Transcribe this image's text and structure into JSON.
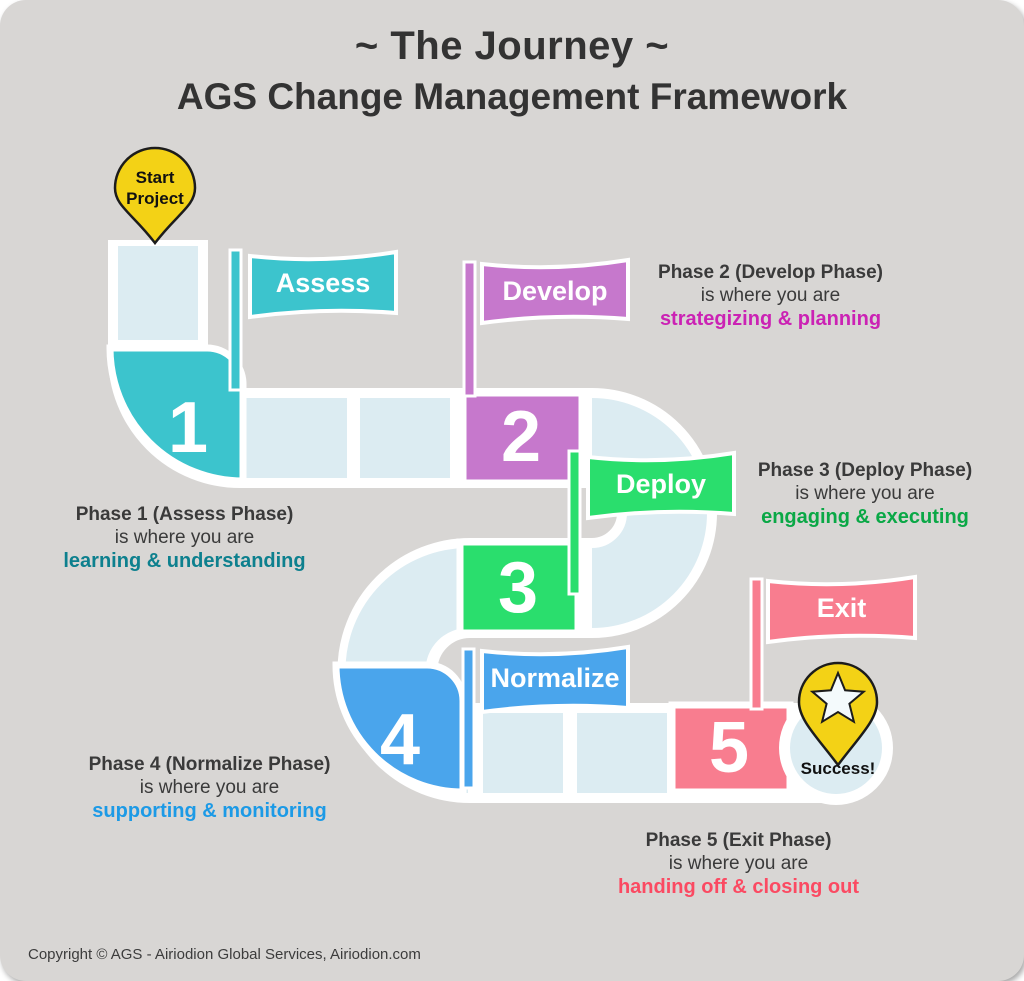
{
  "title": "~ The Journey ~",
  "subtitle": "AGS Change Management Framework",
  "start_pin": {
    "line1": "Start",
    "line2": "Project"
  },
  "success_pin": {
    "label": "Success!"
  },
  "colors": {
    "background": "#d8d6d4",
    "path_light": "#dcecf2",
    "path_outline": "#ffffff",
    "pin_yellow": "#f3d216",
    "title_text": "#333333",
    "body_text": "#3a3a3a"
  },
  "phases": [
    {
      "number": "1",
      "flag": "Assess",
      "heading": "Phase 1 (Assess Phase)",
      "line2": "is where you are",
      "line3": "learning & understanding",
      "color": "#3cc4cd",
      "text_color": "#0d808e"
    },
    {
      "number": "2",
      "flag": "Develop",
      "heading": "Phase 2 (Develop Phase)",
      "line2": "is where you are",
      "line3": "strategizing & planning",
      "color": "#c678cc",
      "text_color": "#cb22b4"
    },
    {
      "number": "3",
      "flag": "Deploy",
      "heading": "Phase 3 (Deploy Phase)",
      "line2": "is where you are",
      "line3": "engaging & executing",
      "color": "#2ade6d",
      "text_color": "#0aa846"
    },
    {
      "number": "4",
      "flag": "Normalize",
      "heading": "Phase 4 (Normalize Phase)",
      "line2": "is where you are",
      "line3": "supporting & monitoring",
      "color": "#4aa5ec",
      "text_color": "#1c9ae6"
    },
    {
      "number": "5",
      "flag": "Exit",
      "heading": "Phase 5 (Exit Phase)",
      "line2": "is where you are",
      "line3": "handing off & closing out",
      "color": "#f87d8f",
      "text_color": "#fb4a62"
    }
  ],
  "copyright": "Copyright © AGS - Airiodion Global Services, Airiodion.com"
}
